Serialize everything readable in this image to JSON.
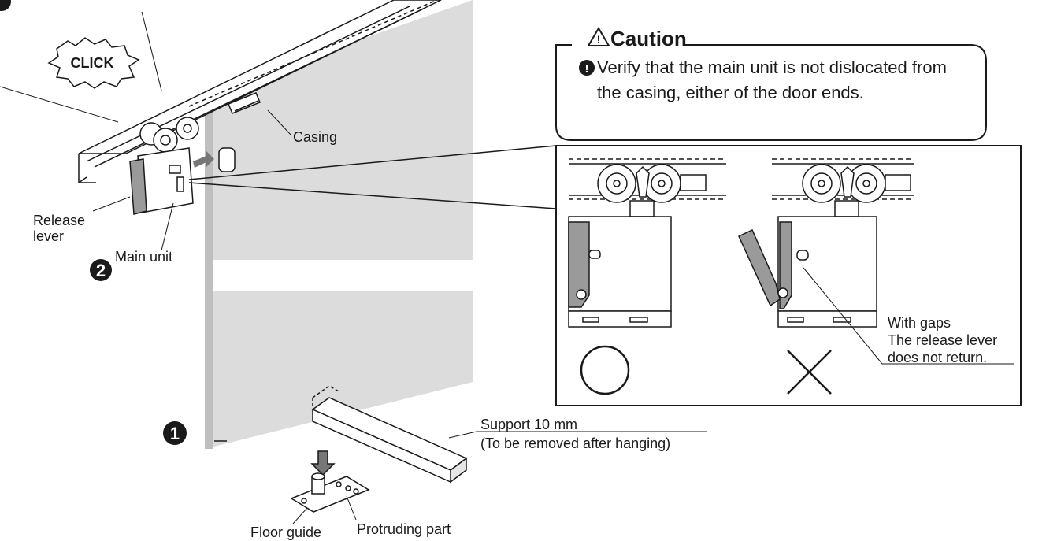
{
  "click_callout": "CLICK",
  "labels": {
    "casing": "Casing",
    "release_lever_line1": "Release",
    "release_lever_line2": "lever",
    "main_unit": "Main unit",
    "support_line1": "Support 10 mm",
    "support_line2": "(To be removed after hanging)",
    "floor_guide": "Floor guide",
    "protruding_part": "Protruding part",
    "gaps_line1": "With gaps",
    "gaps_line2": "The release lever",
    "gaps_line3": "does not return."
  },
  "steps": {
    "step1": "1",
    "step2": "2"
  },
  "caution": {
    "title": "Caution",
    "line1": "Verify that the main unit is not dislocated from",
    "line2": "the casing, either of the door ends."
  },
  "colors": {
    "door": "#dcdcdc",
    "lever_gray": "#8a8a8a",
    "line": "#1a1a1a"
  }
}
